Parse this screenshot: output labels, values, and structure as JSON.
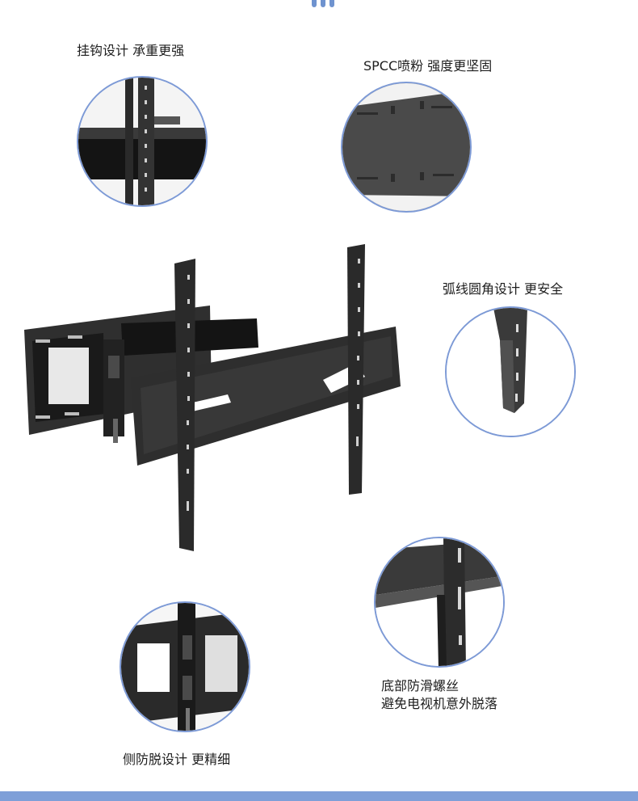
{
  "features": {
    "hook": "挂钩设计  承重更强",
    "spcc": "SPCC喷粉  强度更坚固",
    "arc": "弧线圆角设计  更安全",
    "screw_line1": "底部防滑螺丝",
    "screw_line2": "避免电视机意外脱落",
    "side": "侧防脱设计  更精细"
  },
  "colors": {
    "accent": "#7e9fd8",
    "steel": "#2b2b2b"
  }
}
